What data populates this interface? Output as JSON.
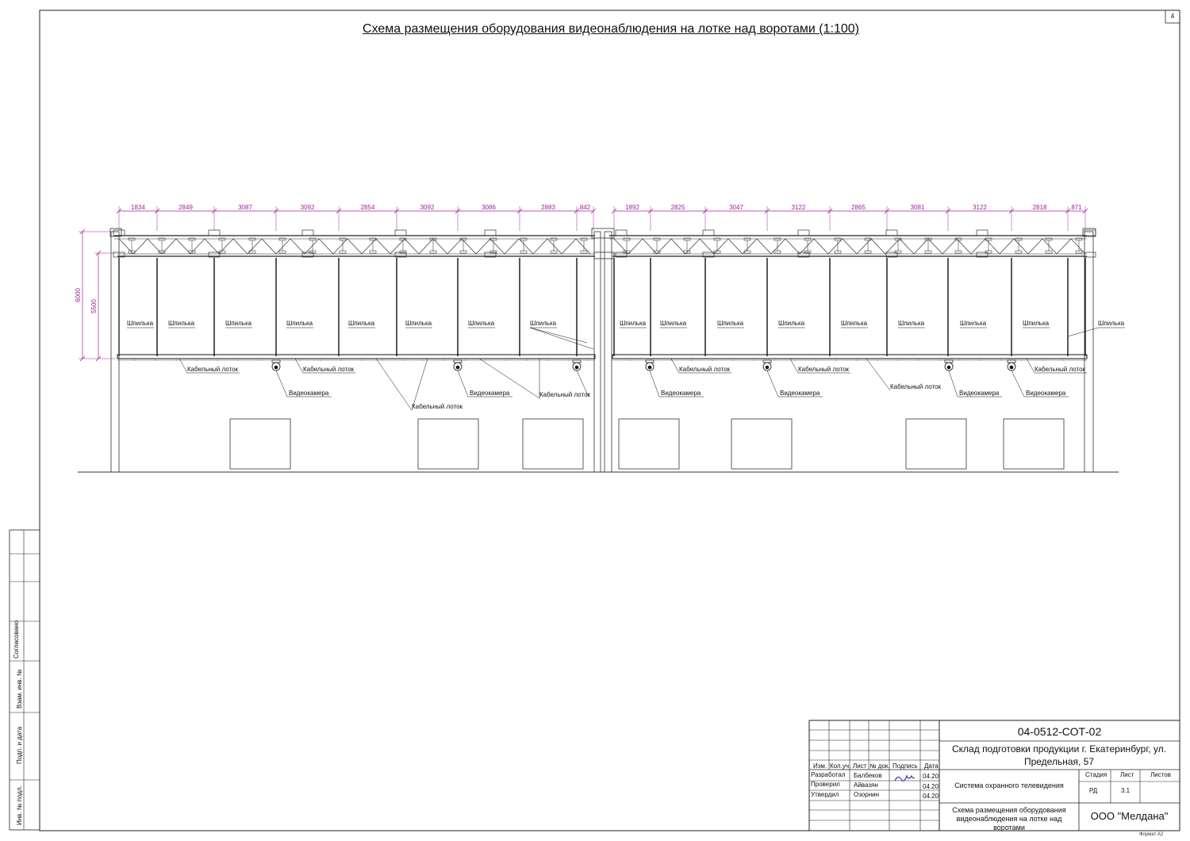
{
  "title": "Схема размещения оборудования видеонаблюдения на лотке над воротами (1:100)",
  "sheet_number": "4",
  "format_label": "Формат А2",
  "dimensions": {
    "left_spans": [
      "1834",
      "2849",
      "3087",
      "3092",
      "2854",
      "3092",
      "3086",
      "2883",
      "842"
    ],
    "right_spans": [
      "1892",
      "2825",
      "3047",
      "3122",
      "2865",
      "3081",
      "3122",
      "2818",
      "871"
    ],
    "height_total": "6000",
    "height_tray": "5500"
  },
  "labels": {
    "rod": "Шпилька",
    "tray": "Кабельный лоток",
    "camera": "Видеокамера"
  },
  "side_stamp": {
    "agreed": "Согласовано",
    "replaced": "Взам. инв. №",
    "signature_date": "Подп. и дата",
    "original_inv": "Инв. № подл."
  },
  "stamp": {
    "doc_code": "04-0512-СОТ-02",
    "object": "Склад подготовки продукции г. Екатеринбург, ул. Предельная, 57",
    "system": "Система охранного телевидения",
    "sheet_title": "Схема размещения оборудования видеонаблюдения на лотке над воротами",
    "company": "ООО \"Мелдана\"",
    "headers": {
      "change": "Изм.",
      "count": "Кол.уч.",
      "sheet": "Лист",
      "doc_no": "№ док.",
      "signature": "Подпись",
      "date": "Дата",
      "stage": "Стадия",
      "sheet2": "Лист",
      "sheets": "Листов"
    },
    "stage_value": "РД",
    "sheet_value": "3.1",
    "people": [
      {
        "role": "Разработал",
        "name": "Балбеков",
        "date": "04.20"
      },
      {
        "role": "Проверил",
        "name": "Айвазян",
        "date": "04.20"
      },
      {
        "role": "Утвердил",
        "name": "Озорнин",
        "date": "04.20"
      }
    ]
  }
}
